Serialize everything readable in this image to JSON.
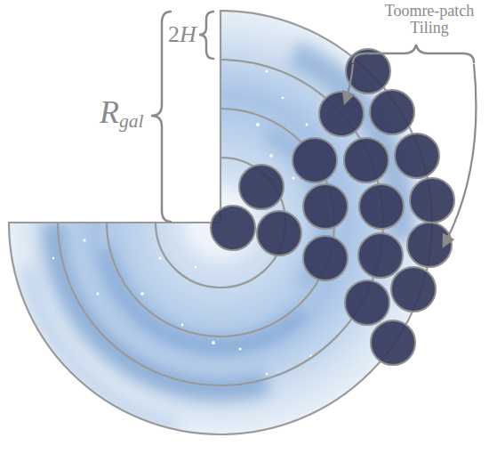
{
  "diagram": {
    "labels": [
      "2H",
      "Rgal",
      "Toomre-patch Tiling"
    ]
  }
}
